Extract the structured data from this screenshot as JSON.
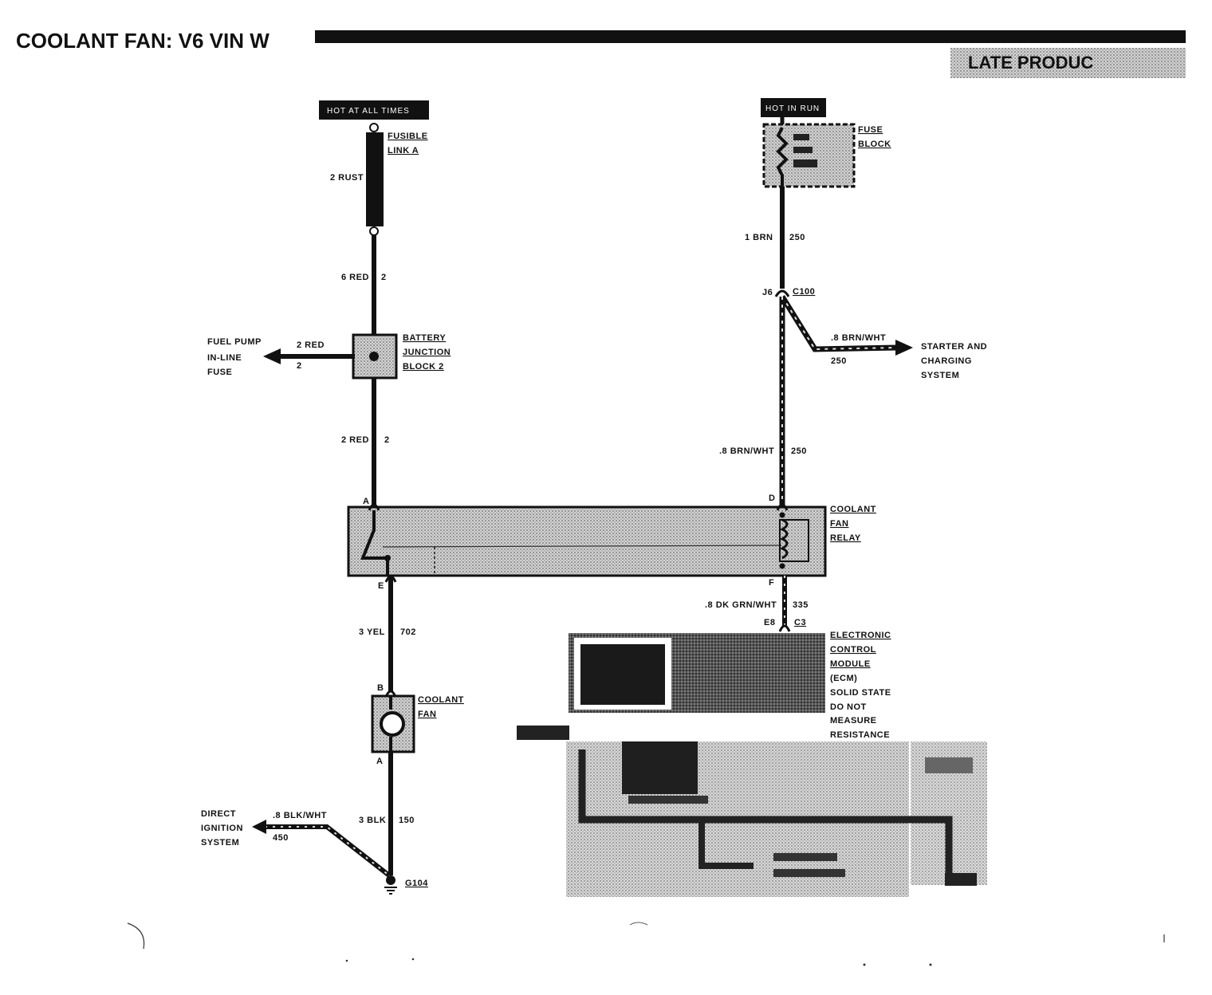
{
  "header": {
    "title": "COOLANT FAN: V6 VIN W",
    "production_badge": "LATE PRODUC"
  },
  "power_sources": {
    "hot_at_all_times": "HOT AT ALL TIMES",
    "hot_in_run": "HOT IN RUN"
  },
  "components": {
    "fusible_link": [
      "FUSIBLE",
      "LINK A"
    ],
    "fuse_block": [
      "FUSE",
      "BLOCK"
    ],
    "battery_junction_block": [
      "BATTERY",
      "JUNCTION",
      "BLOCK 2"
    ],
    "fuel_pump_fuse": [
      "FUEL PUMP",
      "IN-LINE",
      "FUSE"
    ],
    "starter_charging": [
      "STARTER AND",
      "CHARGING",
      "SYSTEM"
    ],
    "coolant_fan_relay": [
      "COOLANT",
      "FAN",
      "RELAY"
    ],
    "ecm": [
      "ELECTRONIC",
      "CONTROL",
      "MODULE",
      "(ECM)",
      "SOLID STATE",
      "DO NOT",
      "MEASURE",
      "RESISTANCE"
    ],
    "coolant_fan": [
      "COOLANT",
      "FAN"
    ],
    "direct_ignition": [
      "DIRECT",
      "IGNITION",
      "SYSTEM"
    ],
    "ground": "G104"
  },
  "wires": {
    "w_rust_color": "2 RUST",
    "w_red6_color": "6 RED",
    "w_red6_circuit": "2",
    "w_red2_side_color": "2 RED",
    "w_red2_side_circuit": "2",
    "w_red2_color": "2 RED",
    "w_red2_circuit": "2",
    "w_brn_color": "1 BRN",
    "w_brn_circuit": "250",
    "w_brnwht_side_color": ".8 BRN/WHT",
    "w_brnwht_side_circuit": "250",
    "w_brnwht_color": ".8 BRN/WHT",
    "w_brnwht_circuit": "250",
    "w_dkgrn_color": ".8 DK GRN/WHT",
    "w_dkgrn_circuit": "335",
    "w_yel_color": "3 YEL",
    "w_yel_circuit": "702",
    "w_blk_color": "3 BLK",
    "w_blk_circuit": "150",
    "w_blkwht_color": ".8 BLK/WHT",
    "w_blkwht_circuit": "450"
  },
  "connectors": {
    "c100": "C100",
    "c100_pin": "J6",
    "c3": "C3",
    "c3_pin": "E8",
    "relay_pin_a": "A",
    "relay_pin_d": "D",
    "relay_pin_e": "E",
    "relay_pin_f": "F",
    "fan_pin_b": "B",
    "fan_pin_a": "A"
  },
  "colors": {
    "ink": "#111111",
    "shade": "#b9b9b9",
    "dark_shade": "#3a3a3a"
  }
}
